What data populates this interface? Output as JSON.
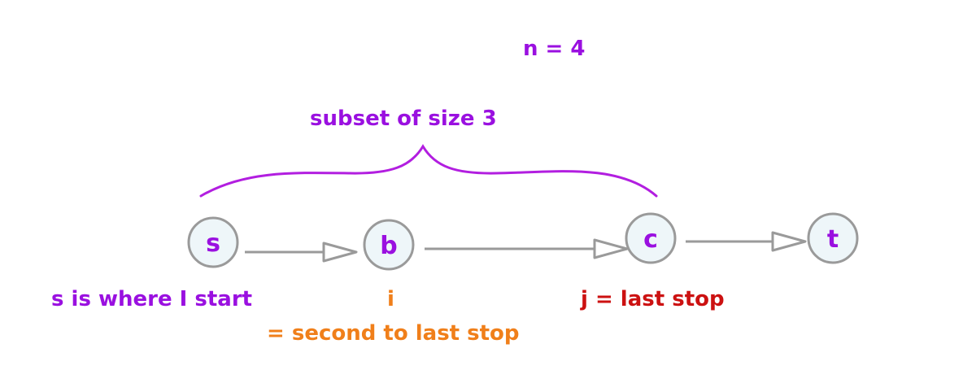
{
  "diagram": {
    "title": "n = 4",
    "brace_label": "subset of size 3",
    "nodes": [
      {
        "id": "s",
        "label": "s"
      },
      {
        "id": "b",
        "label": "b"
      },
      {
        "id": "c",
        "label": "c"
      },
      {
        "id": "t",
        "label": "t"
      }
    ],
    "edges": [
      {
        "from": "s",
        "to": "b"
      },
      {
        "from": "b",
        "to": "c"
      },
      {
        "from": "c",
        "to": "t"
      }
    ],
    "annotations": {
      "start": "s is where I start",
      "i_symbol": "i",
      "i_desc": "= second to last stop",
      "j_desc": "j = last stop"
    }
  },
  "colors": {
    "purple": "#9a10e0",
    "magenta_brace": "#b21ee0",
    "orange": "#f07f1a",
    "red": "#cc1111",
    "node_fill": "#eef6f9",
    "node_stroke": "#9a9a9a",
    "edge": "#9a9a9a"
  }
}
